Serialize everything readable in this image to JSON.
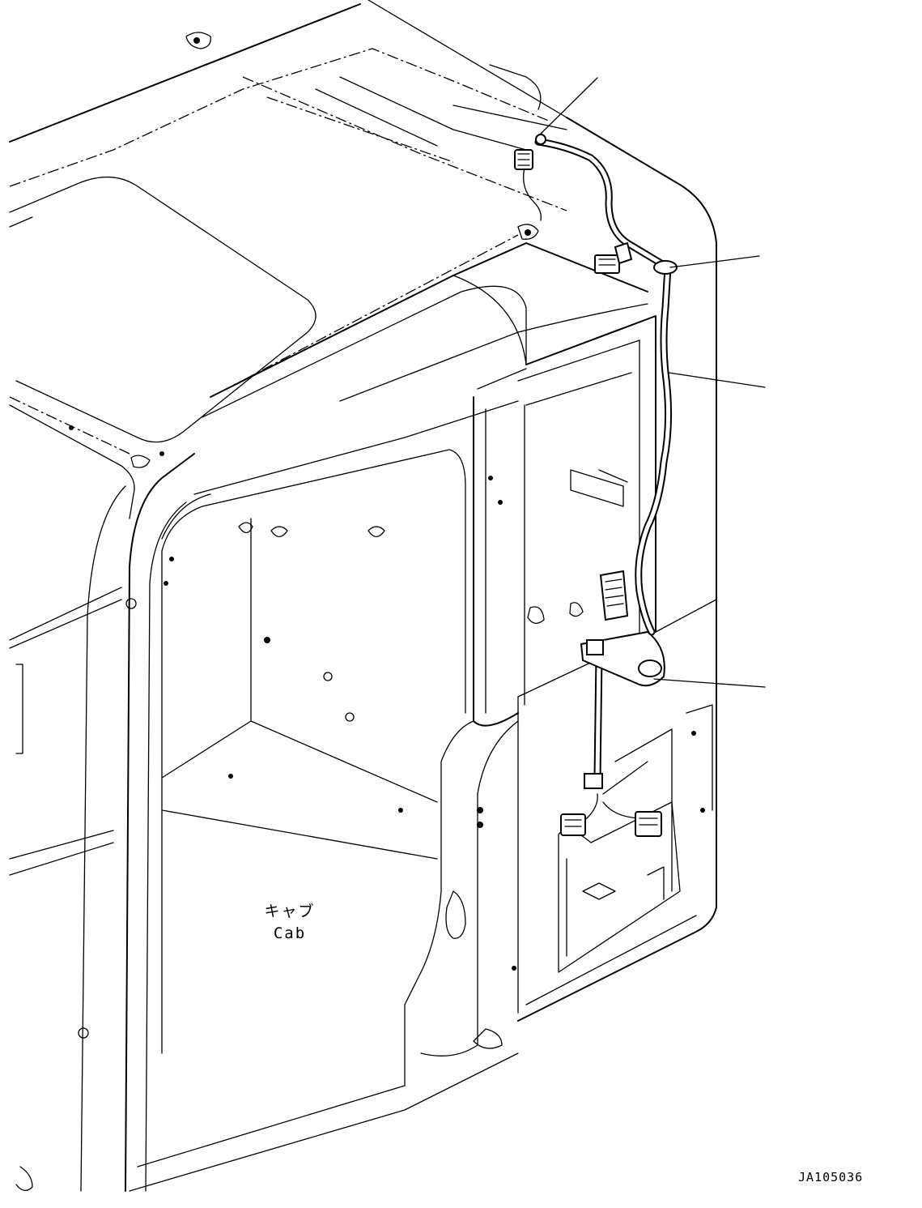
{
  "labels": {
    "cab_japanese": "キャブ",
    "cab_english": "Cab"
  },
  "drawing_id": "JA105036",
  "leaders": [
    {
      "name": "leader-1"
    },
    {
      "name": "leader-2"
    },
    {
      "name": "leader-3"
    },
    {
      "name": "leader-4"
    }
  ],
  "colors": {
    "line": "#000000",
    "background": "#ffffff"
  }
}
